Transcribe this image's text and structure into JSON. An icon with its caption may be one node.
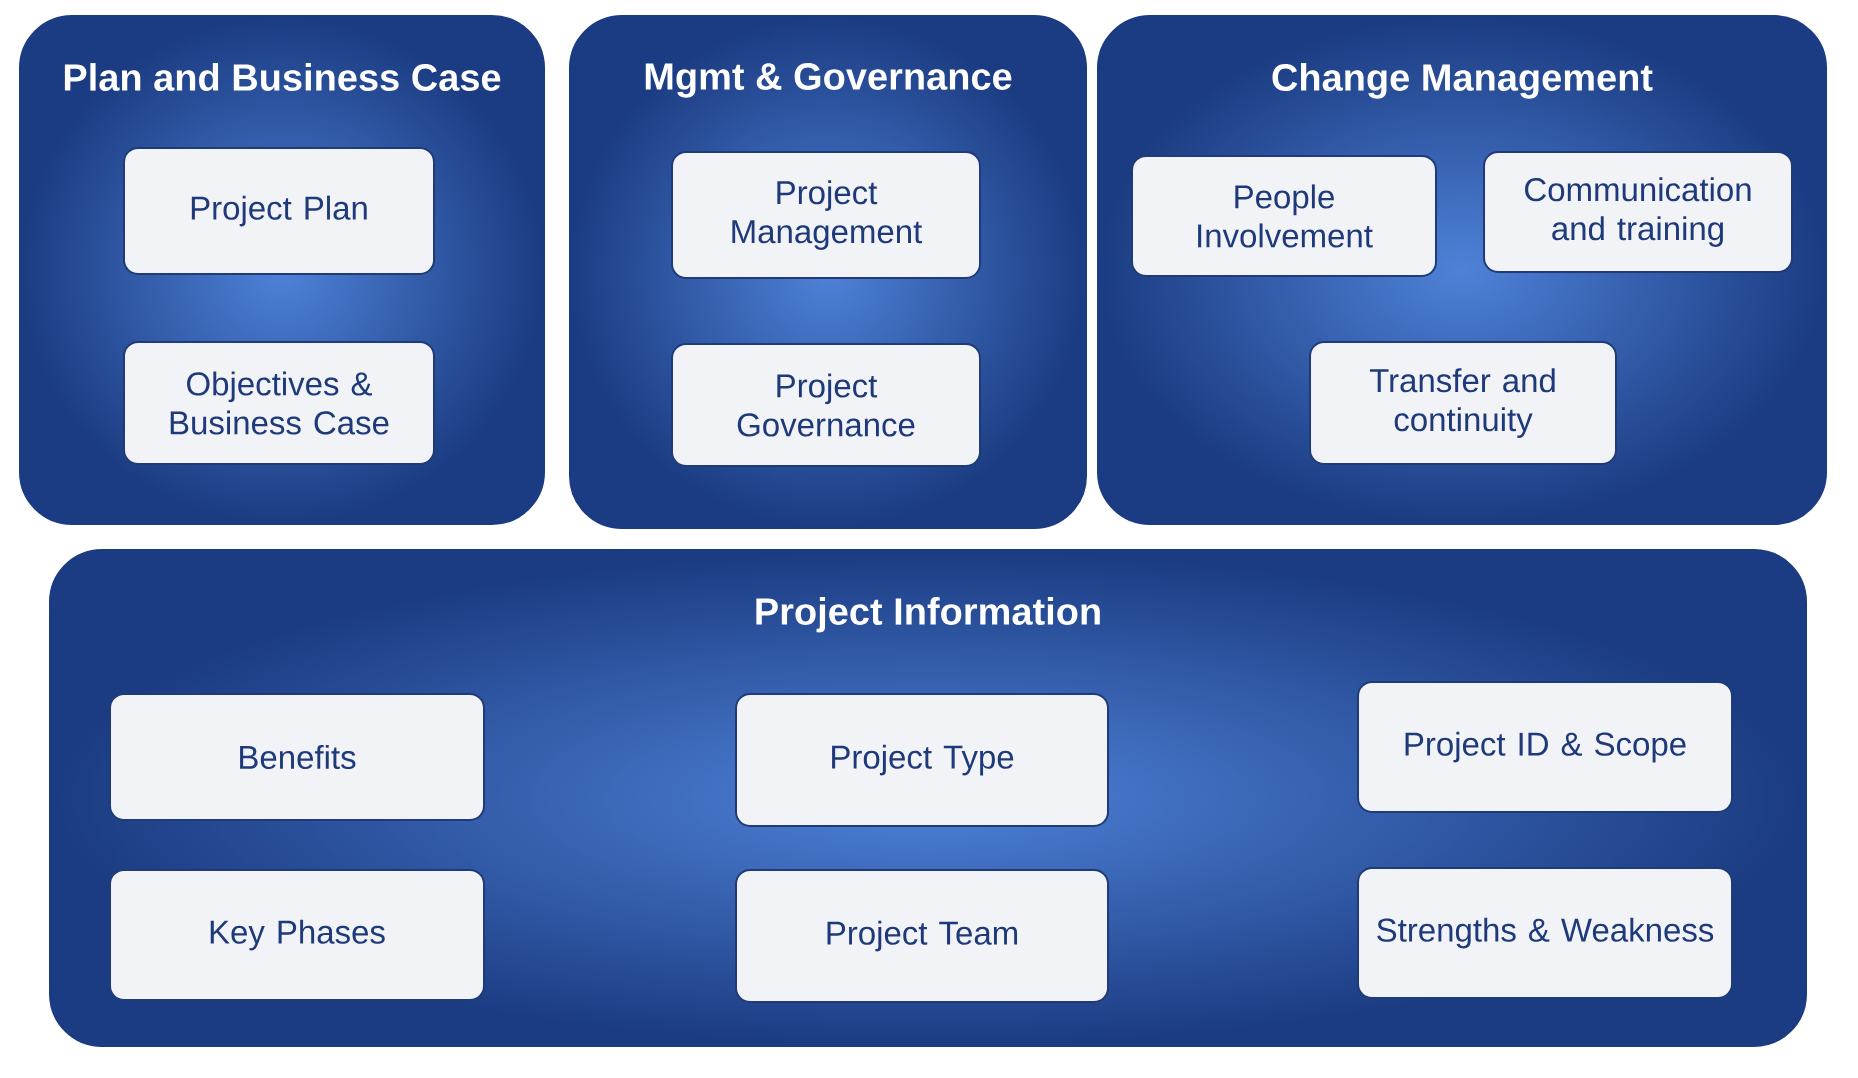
{
  "diagram": {
    "nodes": [
      {
        "text": [
          "Plan and Business Case"
        ]
      },
      {
        "text": [
          "Project Plan"
        ],
        "in": 0
      },
      {
        "text": [
          "Objectives & Business Case"
        ],
        "in": 0
      },
      {
        "text": [
          "Mgmt & Governance"
        ]
      },
      {
        "text": [
          "Project Management"
        ],
        "in": 3
      },
      {
        "text": [
          "Project Governance"
        ],
        "in": 3
      },
      {
        "text": [
          "Change Management"
        ]
      },
      {
        "text": [
          "People Involvement"
        ],
        "in": 6
      },
      {
        "text": [
          "Communication and training"
        ],
        "in": 6
      },
      {
        "text": [
          "Transfer and continuity"
        ],
        "in": 6
      },
      {
        "text": [
          "Project Information"
        ]
      },
      {
        "text": [
          "Benefits"
        ],
        "in": 10
      },
      {
        "text": [
          "Project Type"
        ],
        "in": 10
      },
      {
        "text": [
          "Project ID & Scope"
        ],
        "in": 10
      },
      {
        "text": [
          "Key Phases"
        ],
        "in": 10
      },
      {
        "text": [
          "Project Team"
        ],
        "in": 10
      },
      {
        "text": [
          "Strengths & Weakness"
        ],
        "in": 10
      }
    ]
  }
}
